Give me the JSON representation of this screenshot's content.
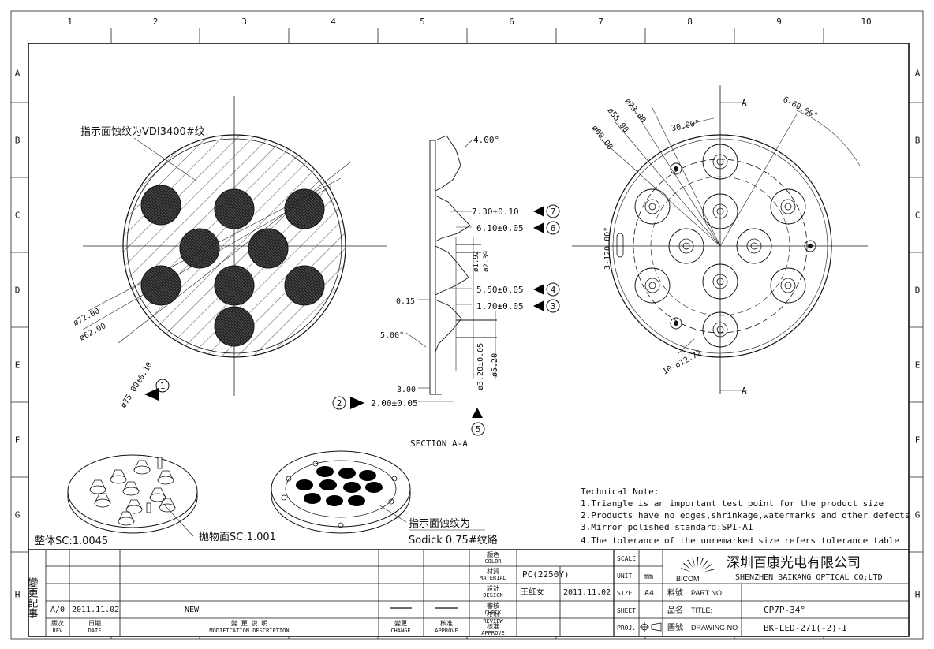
{
  "frame": {
    "columns": [
      "1",
      "2",
      "3",
      "4",
      "5",
      "6",
      "7",
      "8",
      "9",
      "10"
    ],
    "rows": [
      "A",
      "B",
      "C",
      "D",
      "E",
      "F",
      "G",
      "H"
    ]
  },
  "front_view": {
    "note": "指示面蚀纹为VDI3400#纹",
    "dia_outer": "ø75.00±0.10",
    "dia_72": "ø72.00",
    "dia_62": "ø62.00",
    "marker": "1"
  },
  "section_view": {
    "title": "SECTION A-A",
    "angle_top": "4.00°",
    "angle_side": "5.00°",
    "dims": [
      {
        "text": "7.30±0.10",
        "marker": "7"
      },
      {
        "text": "6.10±0.05",
        "marker": "6"
      },
      {
        "text": "5.50±0.05",
        "marker": "4"
      },
      {
        "text": "1.70±0.05",
        "marker": "3"
      },
      {
        "text": "2.00±0.05",
        "marker": "2"
      }
    ],
    "dim_015": "0.15",
    "dim_300": "3.00",
    "dia_192": "ø1.92",
    "dia_239": "ø2.39",
    "dia_320": "ø3.20±0.05",
    "dia_520": "ø5.20",
    "marker_bottom": "5"
  },
  "back_view": {
    "cut_label": "A",
    "angle_6x60": "6-60.00°",
    "angle_30": "30.00°",
    "dia_23": "ø23.00",
    "dia_55": "ø55.00",
    "dia_60": "ø60.00",
    "angle_3x120": "3-120.00°",
    "holes": "10-ø12.72"
  },
  "iso_views": {
    "left_note": "抛物面SC:1.001",
    "overall_note": "整体SC:1.0045",
    "right_note_1": "指示面蚀纹为",
    "right_note_2": "Sodick 0.75#纹路"
  },
  "tech_note": {
    "title": "Technical Note:",
    "lines": [
      "1.Triangle is an important test point for the product size",
      "2.Products have no edges,shrinkage,watermarks and other defects",
      "3.Mirror polished standard:SPI-A1",
      "4.The tolerance of the unremarked size refers tolerance table"
    ]
  },
  "title_block": {
    "change_record": "變更記事",
    "rev_row": {
      "rev": "A/0",
      "date": "2011.11.02",
      "desc": "NEW"
    },
    "header_rev_cn": "版次",
    "header_rev_en": "REV",
    "header_date_cn": "日期",
    "header_date_en": "DATE",
    "header_mod_cn": "變 更 說 明",
    "header_mod_en": "MODIFICATION DESCRIPTION",
    "header_change_cn": "變更",
    "header_change_en": "CHANGE",
    "header_approve_cn": "核准",
    "header_approve_en": "APPROVE",
    "color_cn": "顏色",
    "color_en": "COLOR",
    "material_cn": "材質",
    "material_en": "MATERIAL",
    "material": "PC(2250Y)",
    "design_cn": "設計",
    "design_en": "DESIGN",
    "designer": "王红女",
    "design_date": "2011.11.02",
    "check_cn": "審核",
    "check_en": "CHECK",
    "review_cn": "校對",
    "review_en": "REVIEW",
    "approve_cn": "核准",
    "approve_en": "APPROVE",
    "scale": "SCALE",
    "unit": "UNIT",
    "unit_val": "mm",
    "size": "SIZE",
    "size_val": "A4",
    "sheet": "SHEET",
    "proj": "PROJ.",
    "company_cn": "深圳百康光电有限公司",
    "company_en": "SHENZHEN BAIKANG OPTICAL CO;LTD",
    "logo": "BICOM",
    "part_no_cn": "料號",
    "part_no_en": "PART NO.",
    "title_cn": "品名",
    "title_en": "TITLE:",
    "title_val": "CP7P-34°",
    "drawing_cn": "圖號",
    "drawing_en": "DRAWING NO",
    "drawing_val": "BK-LED-271(-2)-I"
  }
}
